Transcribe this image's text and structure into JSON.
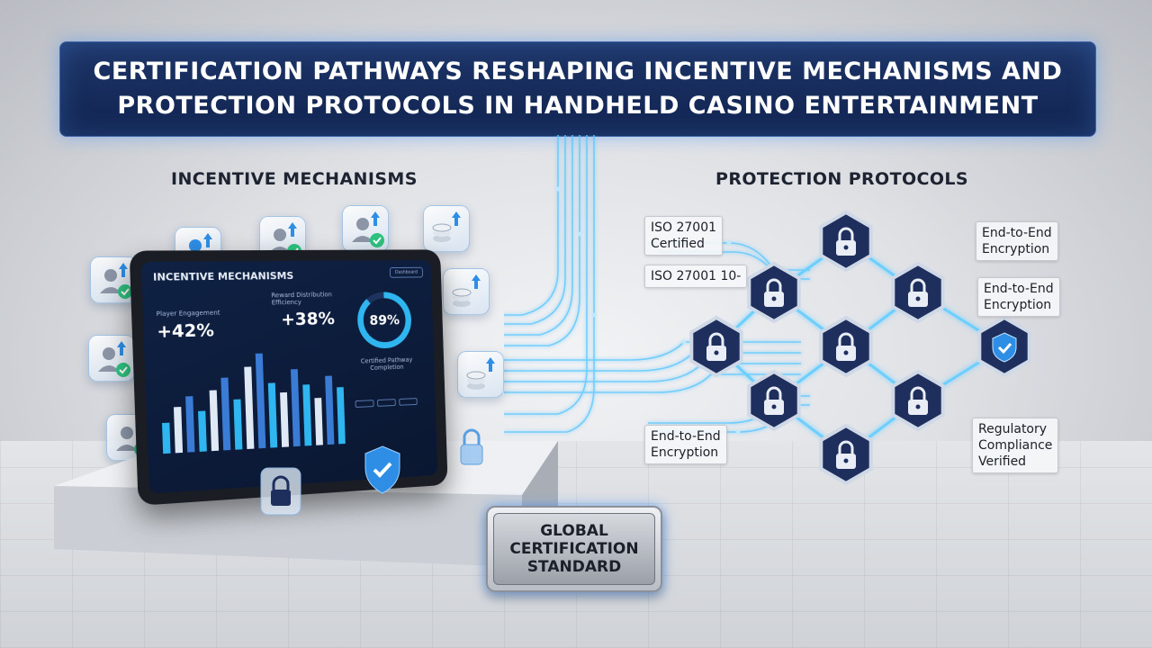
{
  "title": {
    "line1": "Certification Pathways Reshaping Incentive Mechanisms and",
    "line2": "Protection Protocols in Handheld Casino Entertainment"
  },
  "sections": {
    "left": "Incentive Mechanisms",
    "right": "Protection Protocols"
  },
  "tablet": {
    "screen_title": "Incentive Mechanisms",
    "corner_button": "Dashboard",
    "player_engagement_label": "Player Engagement",
    "player_engagement_value": "+42%",
    "reward_label": "Reward Distribution Efficiency",
    "reward_value": "+38%",
    "ring_value": "89%",
    "ring_caption": "Certified Pathway Completion",
    "bar_values": [
      0.3,
      0.45,
      0.55,
      0.4,
      0.6,
      0.72,
      0.5,
      0.82,
      0.95,
      0.65,
      0.55,
      0.78,
      0.62,
      0.48,
      0.7,
      0.58
    ]
  },
  "callouts": {
    "iso_certified_line1": "ISO 27001",
    "iso_certified_line2": "Certified",
    "iso_short": "ISO 27001 10-",
    "e2e_top_line1": "End-to-End",
    "e2e_top_line2": "Encryption",
    "e2e_mid_line1": "End-to-End",
    "e2e_mid_line2": "Encryption",
    "e2e_bottom_line1": "End-to-End",
    "e2e_bottom_line2": "Encryption",
    "regulatory_line1": "Regulatory",
    "regulatory_line2": "Compliance",
    "regulatory_line3": "Verified"
  },
  "badge": {
    "line1": "Global",
    "line2": "Certification",
    "line3": "Standard"
  },
  "colors": {
    "banner": "#1d3568",
    "accent_blue": "#2fb6f0",
    "hex_dark": "#1e2f5e",
    "check_green": "#2ec27e"
  },
  "icons": [
    "user-upgrade-icon",
    "coin-stack-icon",
    "padlock-icon",
    "shield-check-icon"
  ]
}
